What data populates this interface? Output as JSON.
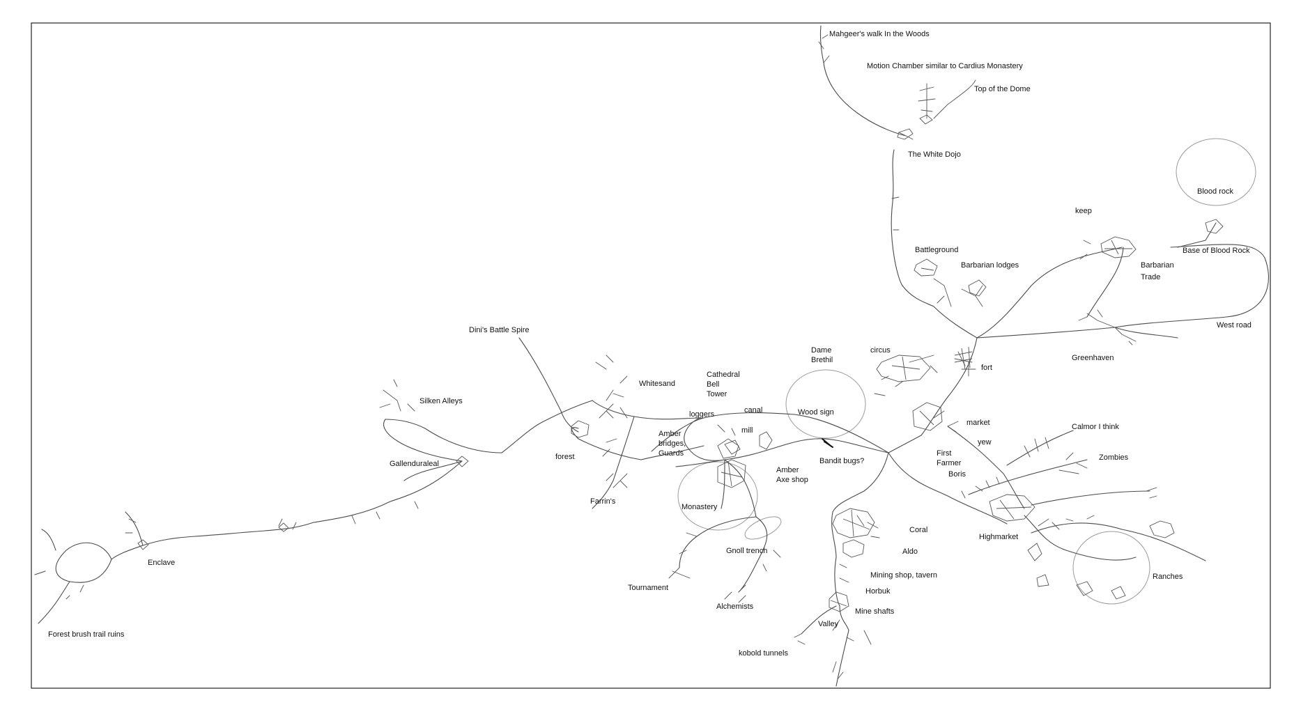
{
  "map": {
    "labels": {
      "mahgeer": "Mahgeer's walk In the Woods",
      "motion_chamber": "Motion Chamber similar to Cardius Monastery",
      "top_dome": "Top of the Dome",
      "white_dojo": "The White Dojo",
      "blood_rock": "Blood rock",
      "keep": "keep",
      "battleground": "Battleground",
      "barbarian_lodges": "Barbarian lodges",
      "base_blood_rock": "Base of Blood Rock",
      "barbarian_trade_1": "Barbarian",
      "barbarian_trade_2": "Trade",
      "west_road": "West road",
      "greenhaven": "Greenhaven",
      "fort": "fort",
      "dini": "Dini's Battle Spire",
      "dame_1": "Dame",
      "dame_2": "Brethil",
      "circus": "circus",
      "whitesand": "Whitesand",
      "cathedral_1": "Cathedral",
      "cathedral_2": "Bell",
      "cathedral_3": "Tower",
      "silken_alleys": "Silken Alleys",
      "loggers": "loggers",
      "canal": "canal",
      "wood_sign": "Wood sign",
      "market": "market",
      "calmor": "Calmor I think",
      "mill": "mill",
      "amber_bridges_1": "Amber",
      "amber_bridges_2": "bridges,",
      "amber_bridges_3": "Guards",
      "yew": "yew",
      "first_farmer_1": "First",
      "first_farmer_2": "Farmer",
      "first_farmer_3": "Boris",
      "zombies": "Zombies",
      "gallenduraleal": "Gallenduraleal",
      "forest": "forest",
      "bandit_bugs": "Bandit bugs?",
      "amber_axe_1": "Amber",
      "amber_axe_2": "Axe shop",
      "farrins": "Farrin's",
      "monastery": "Monastery",
      "coral": "Coral",
      "highmarket": "Highmarket",
      "gnoll_trench": "Gnoll trench",
      "aldo": "Aldo",
      "enclave": "Enclave",
      "mining_shop": "Mining shop, tavern",
      "ranches": "Ranches",
      "tournament": "Tournament",
      "horbuk": "Horbuk",
      "alchemists": "Alchemists",
      "mine_shafts": "Mine shafts",
      "valley": "Valley",
      "forest_brush": "Forest brush trail ruins",
      "kobold_tunnels": "kobold tunnels"
    }
  }
}
